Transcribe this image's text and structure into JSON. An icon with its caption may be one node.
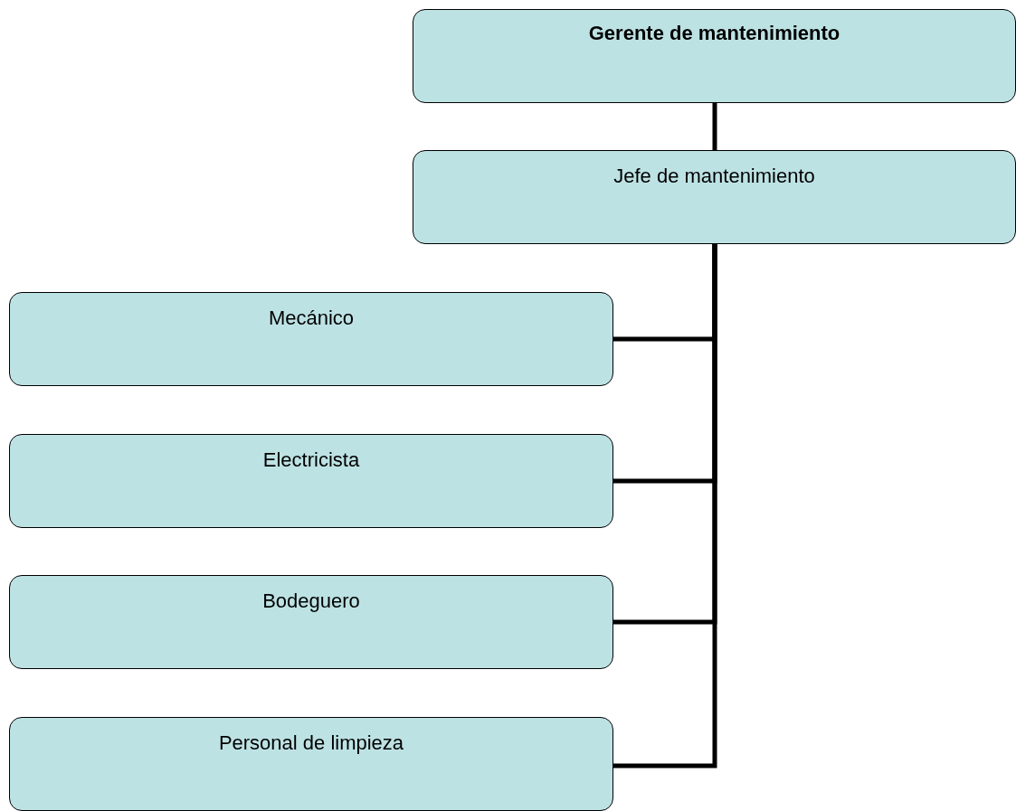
{
  "diagram": {
    "nodes": [
      {
        "text": [
          "Gerente de mantenimiento"
        ]
      },
      {
        "text": [
          "Jefe de mantenimiento"
        ]
      },
      {
        "text": [
          "Mecánico"
        ]
      },
      {
        "text": [
          "Electricista"
        ]
      },
      {
        "text": [
          "Bodeguero"
        ]
      },
      {
        "text": [
          "Personal de limpieza"
        ]
      }
    ],
    "edges": [
      {
        "from": 0,
        "to": 1,
        "arrow": "none"
      },
      {
        "from": 1,
        "to": 2,
        "arrow": "none"
      },
      {
        "from": 1,
        "to": 3,
        "arrow": "none"
      },
      {
        "from": 1,
        "to": 4,
        "arrow": "none"
      },
      {
        "from": 1,
        "to": 5,
        "arrow": "none"
      }
    ]
  }
}
